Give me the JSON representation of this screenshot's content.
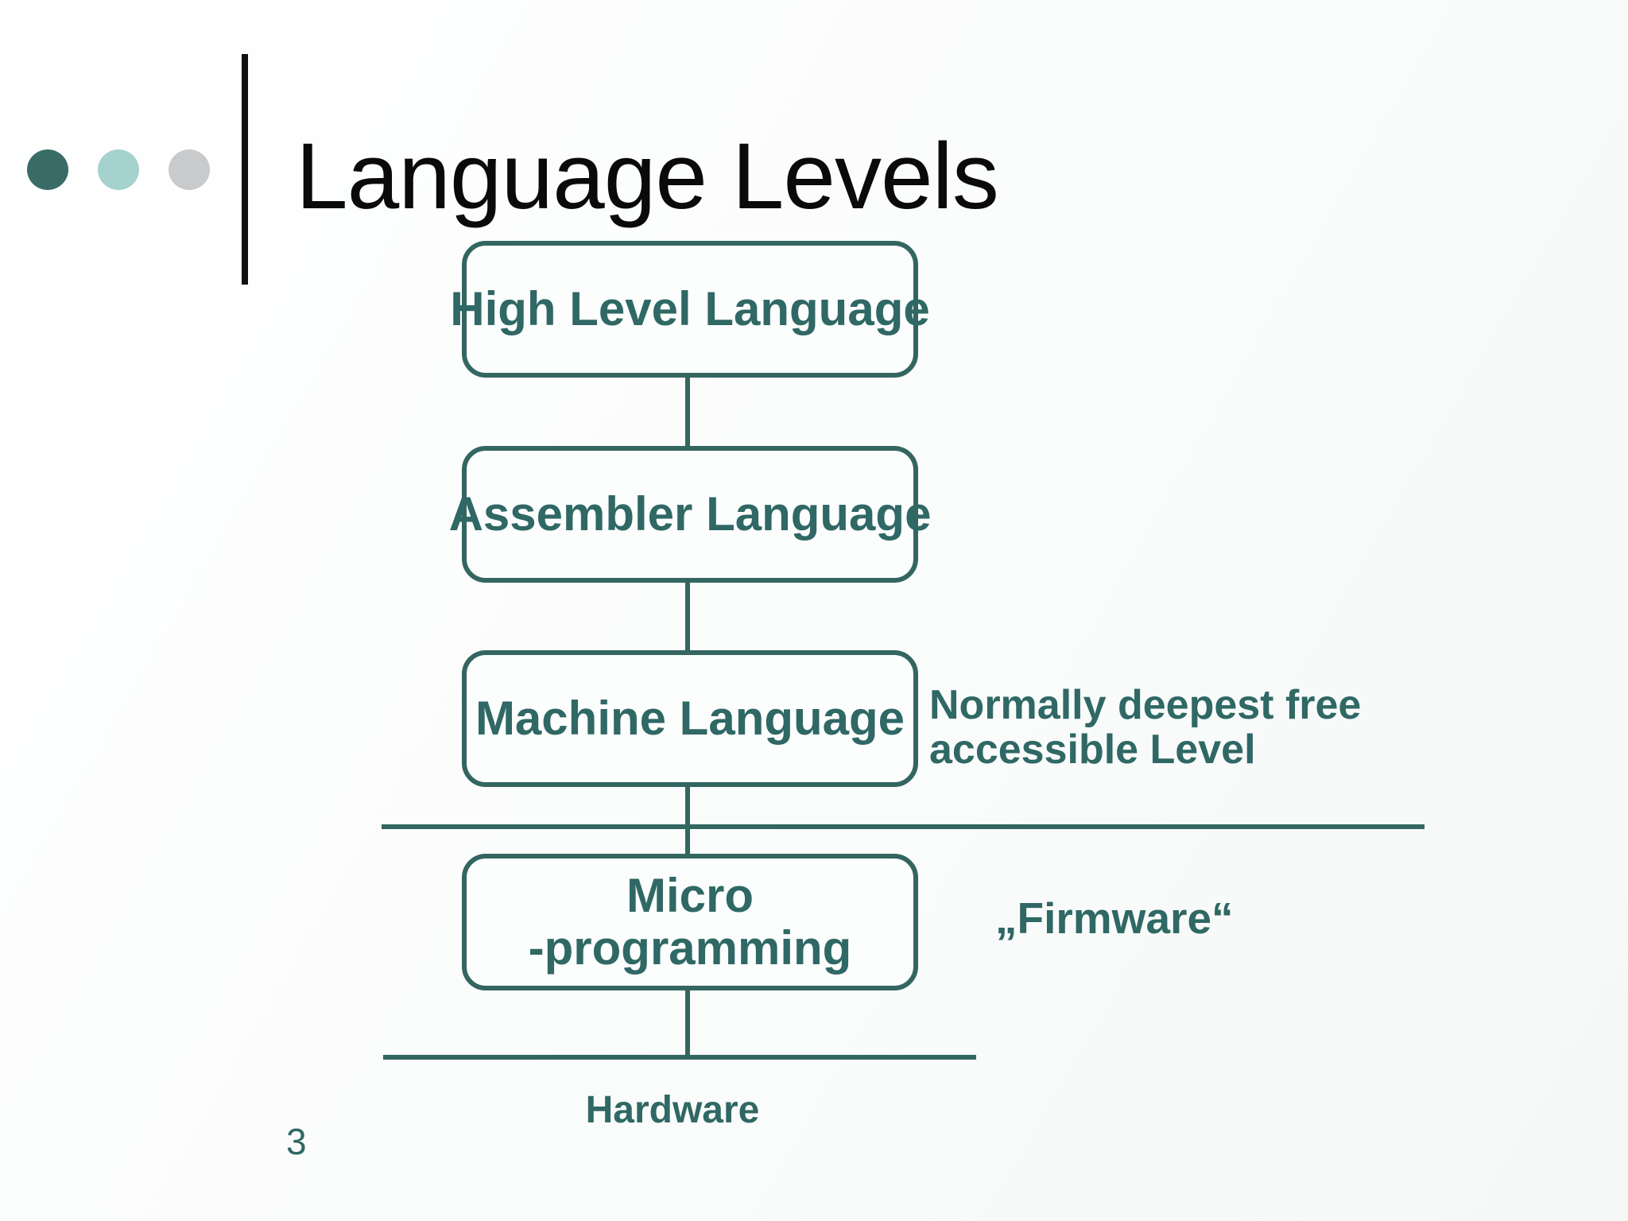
{
  "slide": {
    "title": "Language Levels",
    "page_number": "3",
    "decoration": {
      "bullet_colors": {
        "dark": "#3a6c67",
        "light": "#a5d2ce",
        "gray": "#c8cacb"
      },
      "accent_rule_color": "#111111"
    },
    "diagram": {
      "stroke_color": "#336661",
      "text_color": "#2f6864",
      "boxes": [
        {
          "id": "high-level-language",
          "label": "High Level Language"
        },
        {
          "id": "assembler-language",
          "label": "Assembler Language"
        },
        {
          "id": "machine-language",
          "label": "Machine Language"
        },
        {
          "id": "micro-programming",
          "lines": [
            "Micro",
            "-programming"
          ]
        }
      ],
      "annotations": {
        "machine_note": {
          "lines": [
            "Normally deepest free",
            "accessible Level"
          ]
        },
        "firmware_note": {
          "text": "„Firmware“"
        },
        "hardware_label": {
          "text": "Hardware"
        }
      }
    }
  }
}
